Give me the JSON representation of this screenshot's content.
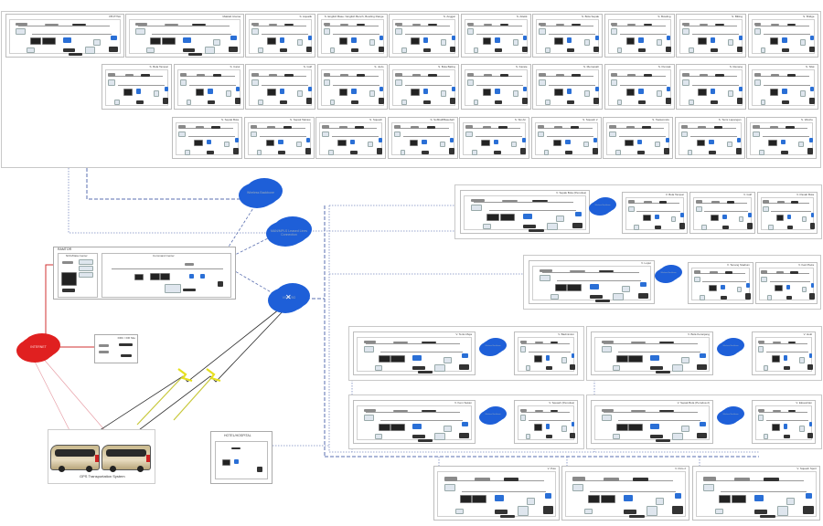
{
  "diagram": {
    "colors": {
      "wan_cloud": "#1e5fd8",
      "internet_cloud": "#e02020",
      "dashed_link": "#5a6fb0",
      "internet_link": "#d03030",
      "wireless_link": "#e6e020",
      "box_border": "#bdbdbd"
    },
    "top_region": {
      "row1_sites": [
        "PB PTSA",
        "Maktab Utama",
        "S. Aquatik",
        "S. English Base / English Bench, Bowling Range",
        "S. Anggar",
        "S. Atletik",
        "S. Bola Sepak",
        "S. Bowling",
        "S. Bilting",
        "S. Bridge"
      ],
      "row2_sites": [
        "S. Bola Tampar",
        "S. Catur",
        "S. Golf",
        "S. Judo",
        "S. Bola Baling",
        "S. Karate",
        "S. Memanah",
        "S. Pencak",
        "S. Renang",
        "S. Silat"
      ],
      "row3_sites": [
        "S. Sepak Bola",
        "S. Sepak Takraw",
        "S. Squash",
        "S. Softball/Baseball",
        "S. Ski Air",
        "S. Squash 2",
        "S. Taekwondo",
        "S. Tenis Lapangan",
        "S. Wushu"
      ]
    },
    "clouds": {
      "wan1": "Wireless Backbone",
      "wan2": "MAN/MPLS Leased Lines Connection",
      "wan3": "VSAT/3G",
      "internet": "INTERNET"
    },
    "hq": {
      "title": "RAMTOR",
      "noc_label": "NOC/Data Center",
      "command_label": "Command Center"
    },
    "dr_box": {
      "label": "DRC / DR Site"
    },
    "gps": {
      "label": "GPS Transportation System"
    },
    "hotel": {
      "label": "HOTEL/HOSPITAL"
    },
    "remote_groups": [
      {
        "main": "V. Sepak Bola (Perodua)",
        "cloud": "Wireless Backbone",
        "subs": [
          "V. Bola Tampar",
          "V. Golf",
          "V. Panah Bola"
        ]
      },
      {
        "main": "V. Luput",
        "cloud": "Wireless Backbone",
        "subs": [
          "V. Tenang Stadium",
          "V. Kek Plaza"
        ]
      },
      {
        "main": "V. Tenis Meja",
        "cloud": "Wireless Backbone",
        "subs": [
          "V. Badminton"
        ]
      },
      {
        "main": "V. Bola Keranjang",
        "cloud": "Wireless Backbone",
        "subs": [
          "V. Hoki"
        ]
      },
      {
        "main": "V. Kem Sukan",
        "cloud": "Wireless Backbone",
        "subs": [
          "V. Squash (Perodua)"
        ]
      },
      {
        "main": "V. Sepak Bola (Perodua 2)",
        "cloud": "Wireless Backbone",
        "subs": [
          "V. Ekuestrian"
        ]
      }
    ],
    "bottom_sites": [
      "V. Polo",
      "V. Polo 2",
      "V. Squash Sport"
    ]
  }
}
